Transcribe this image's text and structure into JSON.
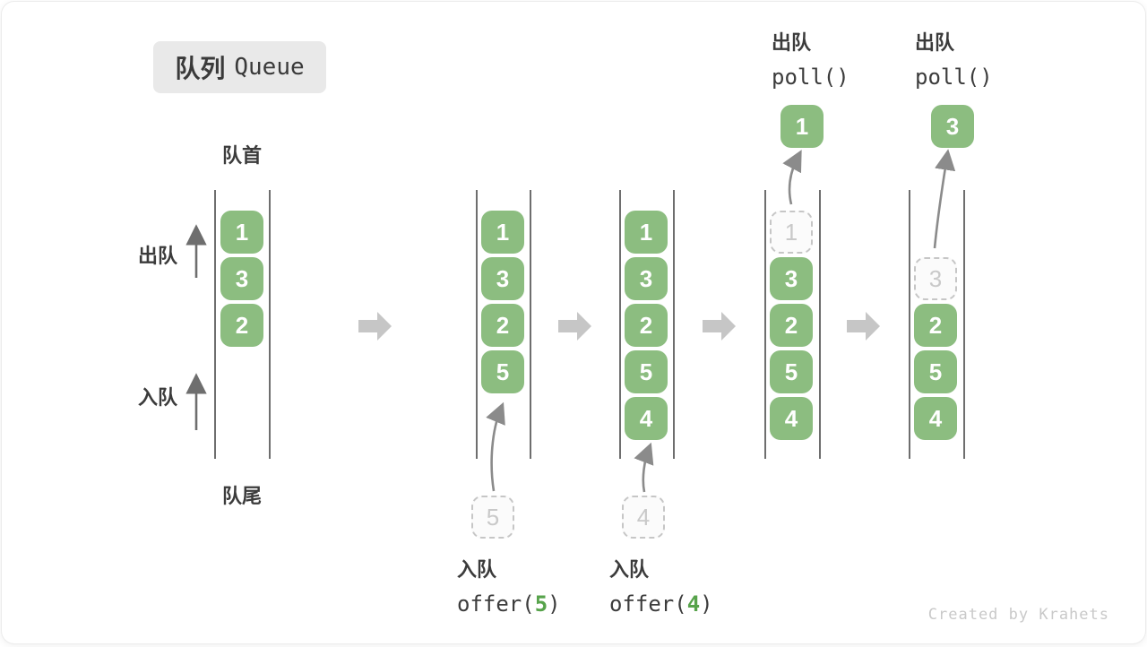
{
  "title": {
    "zh": "队列",
    "en": "Queue"
  },
  "labels": {
    "front": "队首",
    "rear": "队尾",
    "dequeue": "出队",
    "enqueue": "入队"
  },
  "stage1": {
    "items": [
      "1",
      "3",
      "2"
    ]
  },
  "stage2": {
    "items": [
      "1",
      "3",
      "2",
      "5"
    ],
    "pending": "5",
    "action_zh": "入队",
    "fn": "offer(",
    "arg": "5",
    "close": ")"
  },
  "stage3": {
    "items": [
      "1",
      "3",
      "2",
      "5",
      "4"
    ],
    "pending": "4",
    "action_zh": "入队",
    "fn": "offer(",
    "arg": "4",
    "close": ")"
  },
  "stage4": {
    "ghost": "1",
    "items": [
      "3",
      "2",
      "5",
      "4"
    ],
    "popped": "1",
    "action_zh": "出队",
    "fn": "poll()"
  },
  "stage5": {
    "ghost": "3",
    "items": [
      "2",
      "5",
      "4"
    ],
    "popped": "3",
    "action_zh": "出队",
    "fn": "poll()"
  },
  "watermark": "Created by Krahets",
  "colors": {
    "box_green": "#8cbd80",
    "code_green": "#57a34b",
    "label_dark": "#3b3b3b",
    "block_arrow_gray": "#c6c6c6",
    "ghost_gray": "#c6c6c6",
    "badge_bg": "#e9e9e9"
  }
}
